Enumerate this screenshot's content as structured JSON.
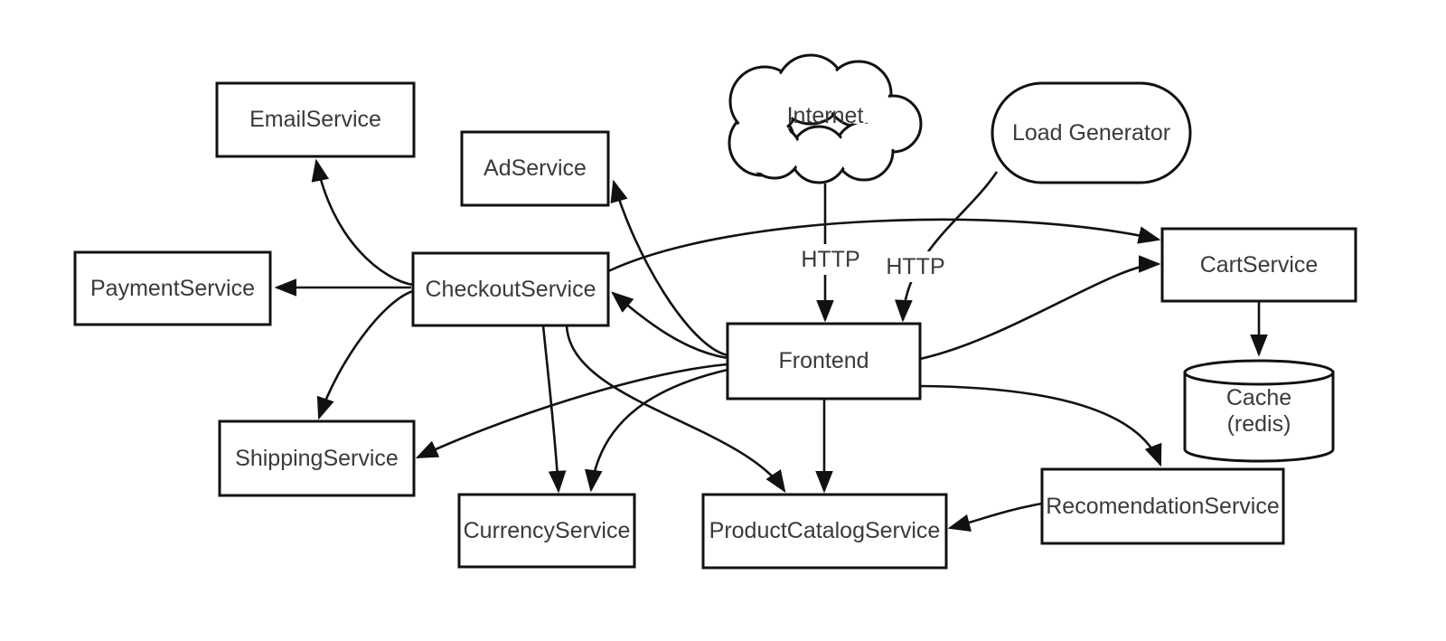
{
  "diagram": {
    "type": "microservices-architecture",
    "colors": {
      "background": "#ffffff",
      "stroke": "#111111",
      "text": "#3a3a3a"
    },
    "nodes": {
      "email_service": {
        "label": "EmailService",
        "shape": "rectangle"
      },
      "payment_service": {
        "label": "PaymentService",
        "shape": "rectangle"
      },
      "ad_service": {
        "label": "AdService",
        "shape": "rectangle"
      },
      "checkout_service": {
        "label": "CheckoutService",
        "shape": "rectangle"
      },
      "shipping_service": {
        "label": "ShippingService",
        "shape": "rectangle"
      },
      "currency_service": {
        "label": "CurrencyService",
        "shape": "rectangle"
      },
      "product_catalog_service": {
        "label": "ProductCatalogService",
        "shape": "rectangle"
      },
      "frontend": {
        "label": "Frontend",
        "shape": "rectangle"
      },
      "internet": {
        "label": "Internet",
        "shape": "cloud"
      },
      "load_generator": {
        "label": "Load Generator",
        "shape": "stadium"
      },
      "cart_service": {
        "label": "CartService",
        "shape": "rectangle"
      },
      "cache": {
        "label_line1": "Cache",
        "label_line2": "(redis)",
        "shape": "cylinder"
      },
      "recommendation_service": {
        "label": "RecomendationService",
        "shape": "rectangle"
      }
    },
    "edge_labels": {
      "internet_to_frontend": "HTTP",
      "load_generator_to_frontend": "HTTP"
    },
    "edges": [
      {
        "from": "Internet",
        "to": "Frontend",
        "label": "HTTP"
      },
      {
        "from": "Load Generator",
        "to": "Frontend",
        "label": "HTTP"
      },
      {
        "from": "Frontend",
        "to": "AdService"
      },
      {
        "from": "Frontend",
        "to": "CheckoutService"
      },
      {
        "from": "Frontend",
        "to": "ShippingService"
      },
      {
        "from": "Frontend",
        "to": "CurrencyService"
      },
      {
        "from": "Frontend",
        "to": "ProductCatalogService"
      },
      {
        "from": "Frontend",
        "to": "CartService"
      },
      {
        "from": "Frontend",
        "to": "RecomendationService"
      },
      {
        "from": "CheckoutService",
        "to": "EmailService"
      },
      {
        "from": "CheckoutService",
        "to": "PaymentService"
      },
      {
        "from": "CheckoutService",
        "to": "ShippingService"
      },
      {
        "from": "CheckoutService",
        "to": "CurrencyService"
      },
      {
        "from": "CheckoutService",
        "to": "ProductCatalogService"
      },
      {
        "from": "CheckoutService",
        "to": "CartService"
      },
      {
        "from": "CartService",
        "to": "Cache (redis)"
      },
      {
        "from": "RecomendationService",
        "to": "ProductCatalogService"
      }
    ]
  }
}
